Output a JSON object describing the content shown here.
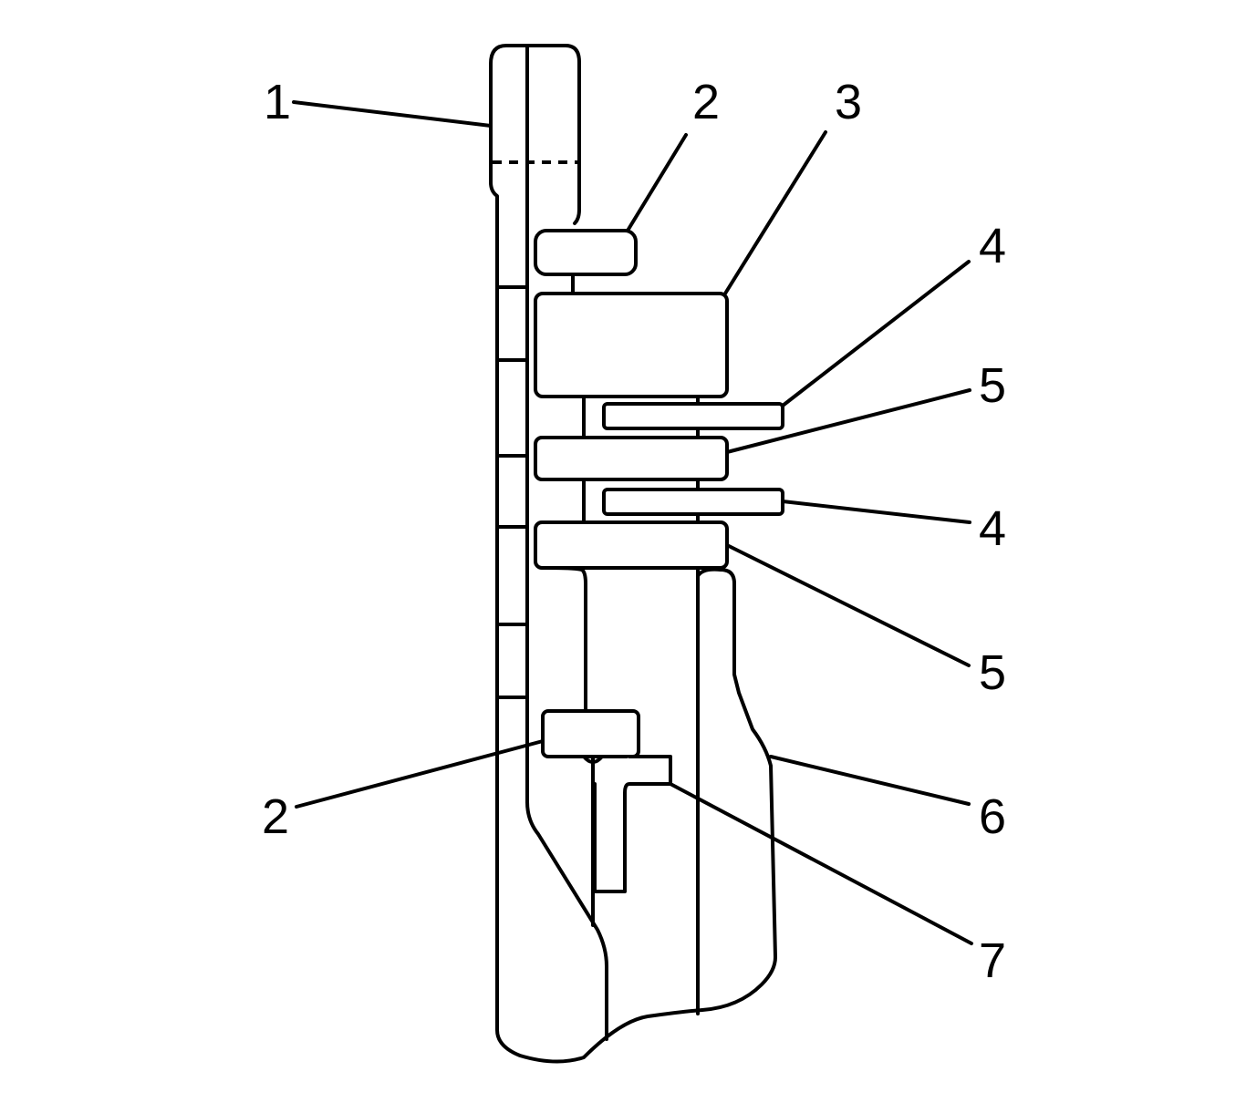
{
  "colors": {
    "stroke": "#000000",
    "background": "#ffffff"
  },
  "callouts": {
    "c1": "1",
    "c2_top": "2",
    "c3": "3",
    "c4_top": "4",
    "c5_top": "5",
    "c4_bottom": "4",
    "c5_bottom": "5",
    "c2_bottom": "2",
    "c6": "6",
    "c7": "7"
  }
}
